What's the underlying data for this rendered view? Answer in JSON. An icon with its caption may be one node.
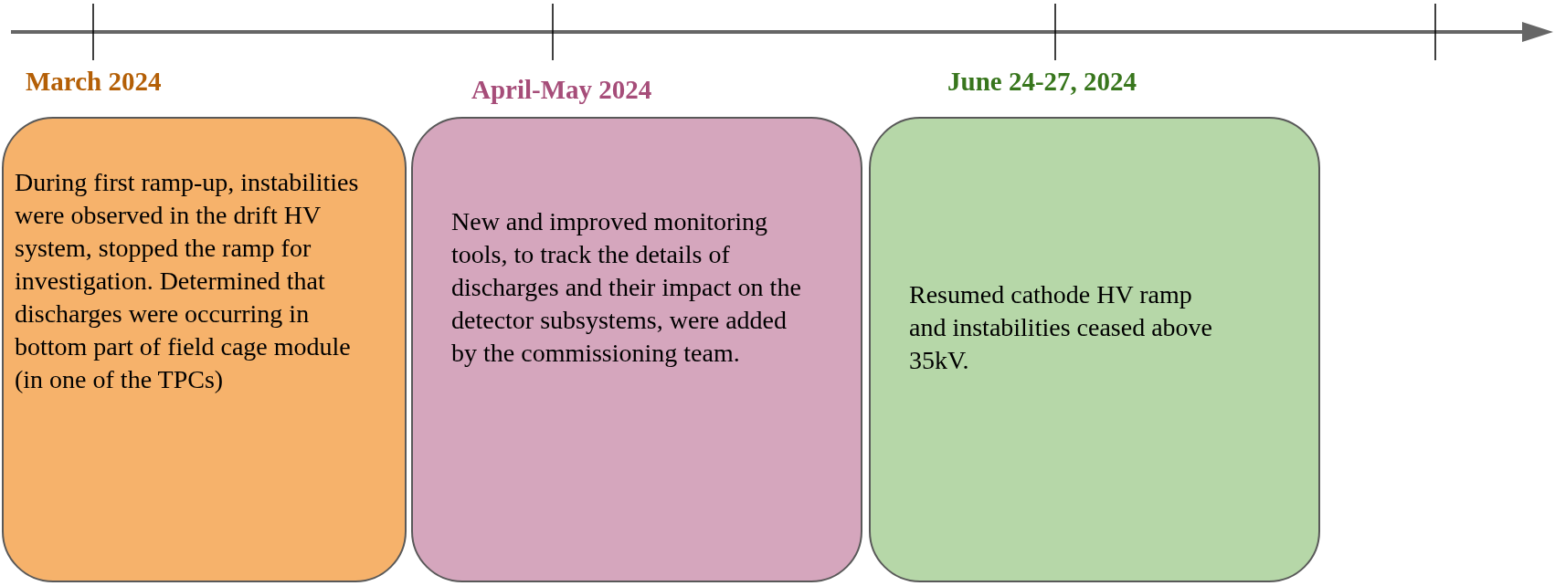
{
  "diagram": {
    "nodes": [
      {
        "text": [
          "March 2024",
          "During first ramp-up, instabilities were observed in the drift HV system, stopped the ramp for investigation. Determined that discharges were occurring in bottom part of field cage module (in one of the TPCs)"
        ]
      },
      {
        "text": [
          "April-May 2024",
          "New and improved monitoring tools, to track the details of discharges and their impact on the detector subsystems, were added by the commissioning team."
        ]
      },
      {
        "text": [
          "June 24-27, 2024",
          "Resumed cathode HV ramp and instabilities ceased above 35kV."
        ]
      }
    ]
  }
}
